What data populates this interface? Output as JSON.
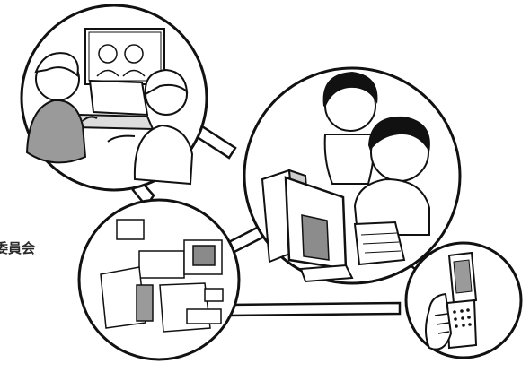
{
  "caption": "委員会",
  "scenes": [
    {
      "name": "video-call-circle",
      "description_icon": "people-video-chat-icon"
    },
    {
      "name": "computer-learning-circle",
      "description_icon": "kids-at-computer-icon"
    },
    {
      "name": "documents-circle",
      "description_icon": "papers-photos-icon"
    },
    {
      "name": "mobile-phone-circle",
      "description_icon": "hand-phone-icon"
    }
  ],
  "colors": {
    "line": "#111111",
    "fill": "#ffffff",
    "gray": "#8a8a8a",
    "lightgray": "#bdbdbd"
  }
}
